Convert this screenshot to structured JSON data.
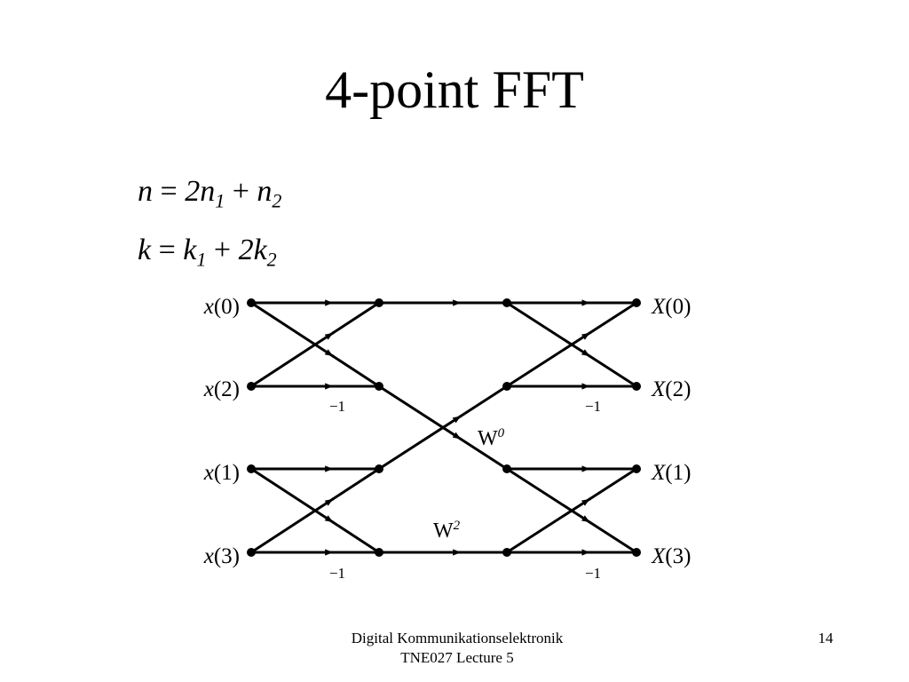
{
  "slide": {
    "title": "4-point FFT",
    "equations": {
      "n": {
        "lhs": "n",
        "eq": "=",
        "t1": "2n",
        "t1_sub": "1",
        "plus": "+",
        "t2": "n",
        "t2_sub": "2"
      },
      "k": {
        "lhs": "k",
        "eq": "=",
        "t1": "k",
        "t1_sub": "1",
        "plus": "+",
        "t2": "2k",
        "t2_sub": "2"
      }
    },
    "diagram": {
      "inputs": [
        {
          "var": "x",
          "index": "(0)"
        },
        {
          "var": "x",
          "index": "(2)"
        },
        {
          "var": "x",
          "index": "(1)"
        },
        {
          "var": "x",
          "index": "(3)"
        }
      ],
      "outputs": [
        {
          "var": "X",
          "index": "(0)"
        },
        {
          "var": "X",
          "index": "(2)"
        },
        {
          "var": "X",
          "index": "(1)"
        },
        {
          "var": "X",
          "index": "(3)"
        }
      ],
      "minus_labels": [
        "−1",
        "−1",
        "−1",
        "−1"
      ],
      "twiddles": [
        {
          "base": "W",
          "exp": "0"
        },
        {
          "base": "W",
          "exp": "2"
        }
      ]
    },
    "footer": {
      "line1": "Digital Kommunikationselektronik",
      "line2": "TNE027 Lecture 5"
    },
    "page_number": "14"
  }
}
